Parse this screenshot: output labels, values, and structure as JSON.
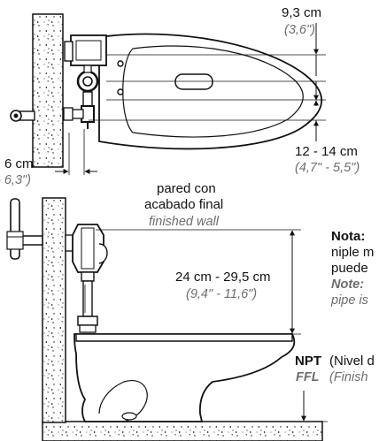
{
  "top_view": {
    "dim_top_cm": "9,3 cm",
    "dim_top_in": "(3,6\")",
    "dim_right_cm": "12 - 14 cm",
    "dim_right_in": "(4,7\" - 5,5\")",
    "dim_left_cm": "6 cm",
    "dim_left_in": "- 6,3\")"
  },
  "side_view": {
    "wall_es_line1": "pared con",
    "wall_es_line2": "acabado final",
    "wall_en": "finished wall",
    "height_cm": "24 cm - 29,5 cm",
    "height_in": "(9,4\" - 11,6\")",
    "note_title_es": "Nota:",
    "note_line1_es": "niple m",
    "note_line2_es": "puede",
    "note_title_en": "Note:",
    "note_line_en": "pipe is",
    "npt_abbr": "NPT",
    "npt_text": "(Nivel d",
    "ffl_abbr": "FFL",
    "ffl_text": "(Finish"
  },
  "colors": {
    "line": "#111111",
    "gray_text": "#6d6d6d",
    "concrete": "#ffffff"
  }
}
